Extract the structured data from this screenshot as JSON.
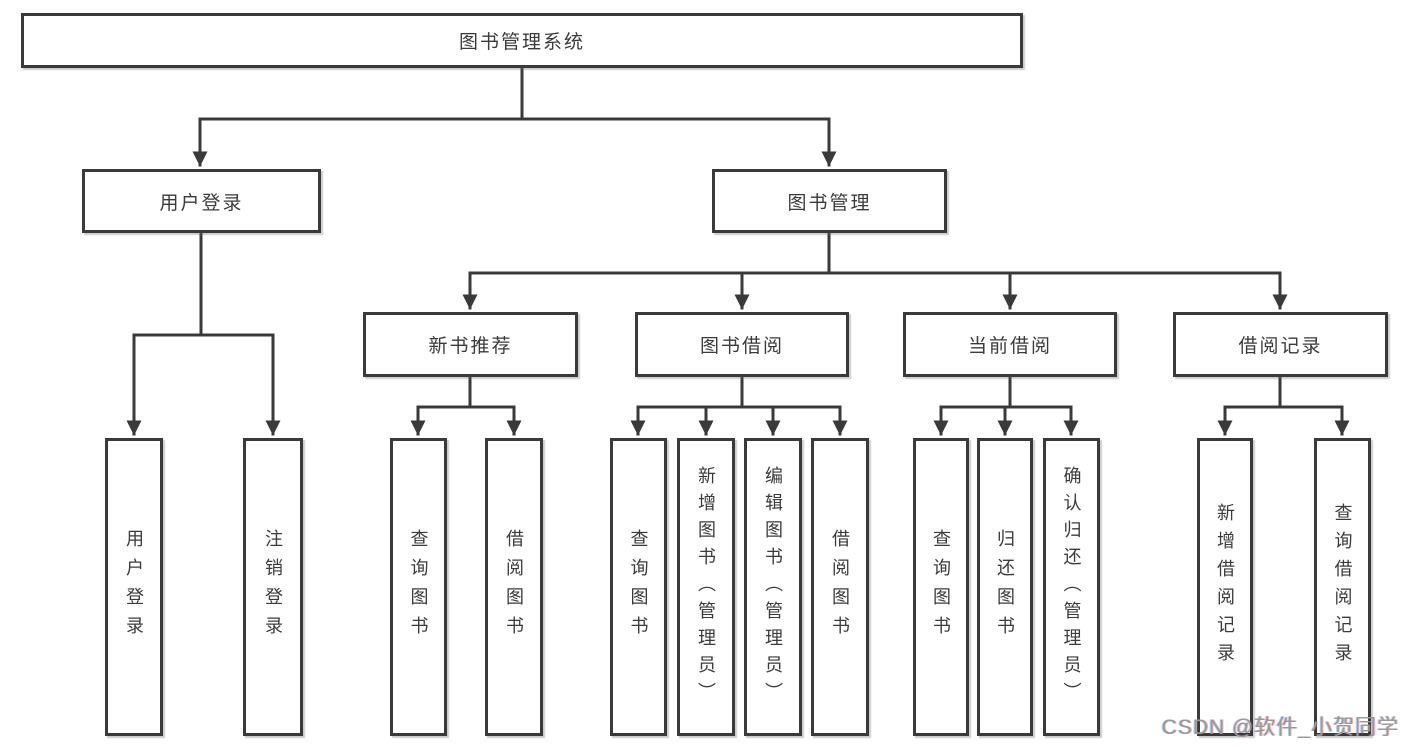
{
  "diagram": {
    "type": "hierarchy-chart",
    "colors": {
      "line": "#3a3a3a",
      "box_border": "#3a3a3a",
      "text": "#3b3b3b",
      "background": "#ffffff",
      "watermark": "#9a9a9a"
    },
    "nodes": {
      "root": {
        "label": "图书管理系统"
      },
      "user_login": {
        "label": "用户登录"
      },
      "book_mgmt": {
        "label": "图书管理"
      },
      "new_books": {
        "label": "新书推荐"
      },
      "book_borrow": {
        "label": "图书借阅"
      },
      "current_borrow": {
        "label": "当前借阅"
      },
      "borrow_records": {
        "label": "借阅记录"
      },
      "ul_login": {
        "label": "用户登录"
      },
      "ul_logout": {
        "label": "注销登录"
      },
      "nb_query": {
        "label": "查询图书"
      },
      "nb_borrow": {
        "label": "借阅图书"
      },
      "bb_query": {
        "label": "查询图书"
      },
      "bb_add": {
        "label": "新增图书（管理员）"
      },
      "bb_edit": {
        "label": "编辑图书（管理员）"
      },
      "bb_borrow": {
        "label": "借阅图书"
      },
      "cb_query": {
        "label": "查询图书"
      },
      "cb_return": {
        "label": "归还图书"
      },
      "cb_confirm": {
        "label": "确认归还（管理员）"
      },
      "br_add": {
        "label": "新增借阅记录"
      },
      "br_query": {
        "label": "查询借阅记录"
      }
    },
    "hierarchy": {
      "图书管理系统": {
        "用户登录": [
          "用户登录",
          "注销登录"
        ],
        "图书管理": {
          "新书推荐": [
            "查询图书",
            "借阅图书"
          ],
          "图书借阅": [
            "查询图书",
            "新增图书（管理员）",
            "编辑图书（管理员）",
            "借阅图书"
          ],
          "当前借阅": [
            "查询图书",
            "归还图书",
            "确认归还（管理员）"
          ],
          "借阅记录": [
            "新增借阅记录",
            "查询借阅记录"
          ]
        }
      }
    },
    "watermark": "CSDN @软件_小贺同学"
  }
}
